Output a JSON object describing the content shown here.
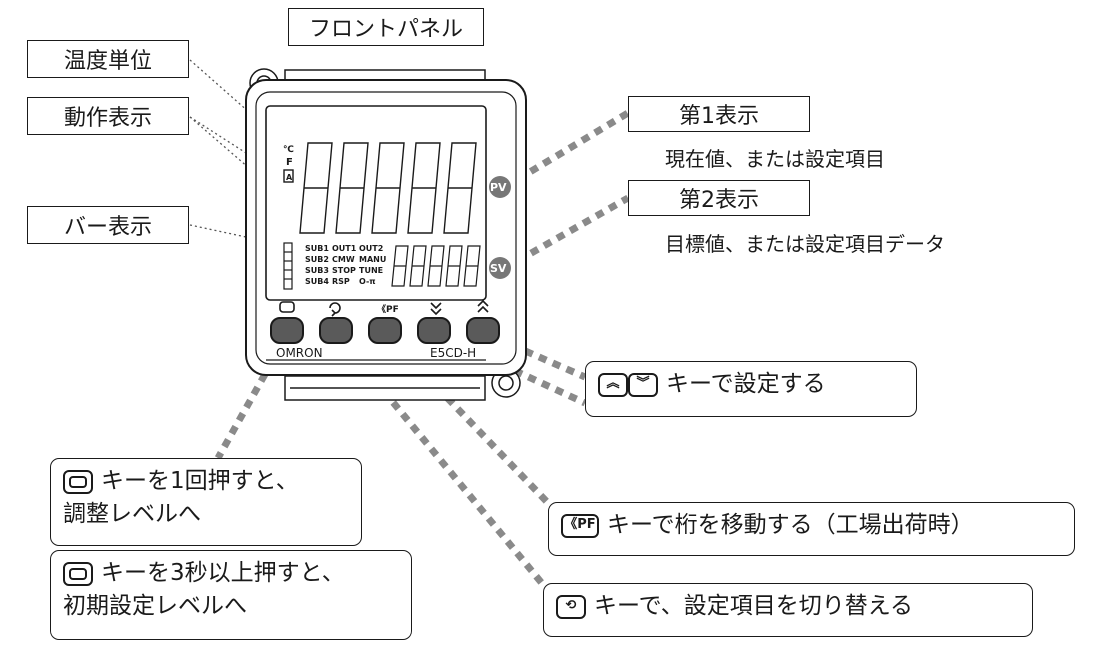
{
  "labels": {
    "front_panel": "フロントパネル",
    "temp_unit": "温度単位",
    "operation_display": "動作表示",
    "bar_display": "バー表示",
    "display1": "第1表示",
    "display1_desc": "現在値、または設定項目",
    "display2": "第2表示",
    "display2_desc": "目標値、または設定項目データ"
  },
  "device": {
    "brand": "OMRON",
    "model": "E5CD-H",
    "pv_label": "PV",
    "sv_label": "SV",
    "unit_c": "℃",
    "unit_f": "F",
    "unit_a": "A",
    "status_rows": [
      [
        "SUB1",
        "OUT1",
        "OUT2"
      ],
      [
        "SUB2",
        "CMW",
        "MANU"
      ],
      [
        "SUB3",
        "STOP",
        "TUNE"
      ],
      [
        "SUB4",
        "RSP",
        "O-π"
      ]
    ],
    "pf_key_label": "PF"
  },
  "callouts": {
    "updown": {
      "text": "キーで設定する",
      "up_icon": "up-double-chevron-icon",
      "down_icon": "down-double-chevron-icon"
    },
    "mode_1s": {
      "line1": "キーを1回押すと、",
      "line2": "調整レベルへ",
      "icon": "mode-key-icon"
    },
    "mode_3s": {
      "line1": "キーを3秒以上押すと、",
      "line2": "初期設定レベルへ",
      "icon": "mode-key-icon"
    },
    "pf": {
      "text": "キーで桁を移動する（工場出荷時）",
      "icon": "pf-key-icon",
      "icon_text": "《PF"
    },
    "cycle": {
      "text": "キーで、設定項目を切り替える",
      "icon": "cycle-key-icon"
    }
  },
  "colors": {
    "dashed_line": "#8a8a8a",
    "key_fill": "#5a5a5a",
    "badge_fill": "#777777",
    "ink": "#1a1a1a"
  }
}
